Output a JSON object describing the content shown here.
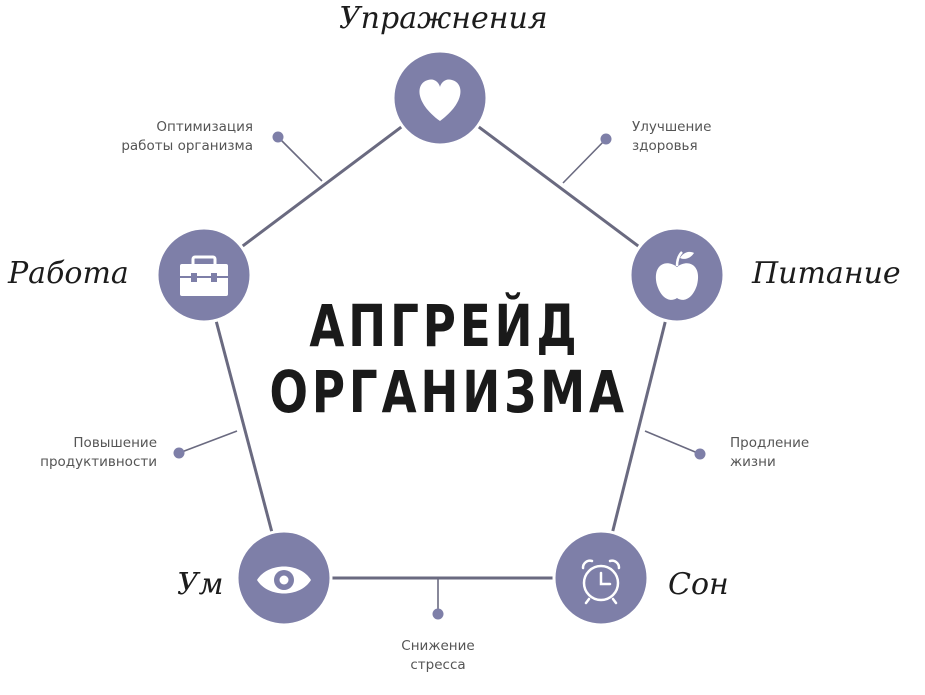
{
  "title": {
    "line1": "АПГРЕЙД",
    "line2": "ОРГАНИЗМА"
  },
  "nodes": {
    "exercise": {
      "label": "Упражнения",
      "icon": "heart-icon"
    },
    "nutrition": {
      "label": "Питание",
      "icon": "apple-icon"
    },
    "sleep": {
      "label": "Сон",
      "icon": "alarm-clock-icon"
    },
    "mind": {
      "label": "Ум",
      "icon": "eye-icon"
    },
    "work": {
      "label": "Работа",
      "icon": "briefcase-icon"
    }
  },
  "benefits": {
    "work_exercise": [
      "Оптимизация",
      "работы организма"
    ],
    "exercise_nutrition": [
      "Улучшение",
      "здоровья"
    ],
    "nutrition_sleep": [
      "Продление",
      "жизни"
    ],
    "sleep_mind": [
      "Снижение",
      "стресса"
    ],
    "mind_work": [
      "Повышение",
      "продуктивности"
    ]
  },
  "colors": {
    "node_fill": "#7e7fa8",
    "line": "#6a6a80",
    "icon": "#ffffff",
    "dot": "#7e7fa8"
  }
}
